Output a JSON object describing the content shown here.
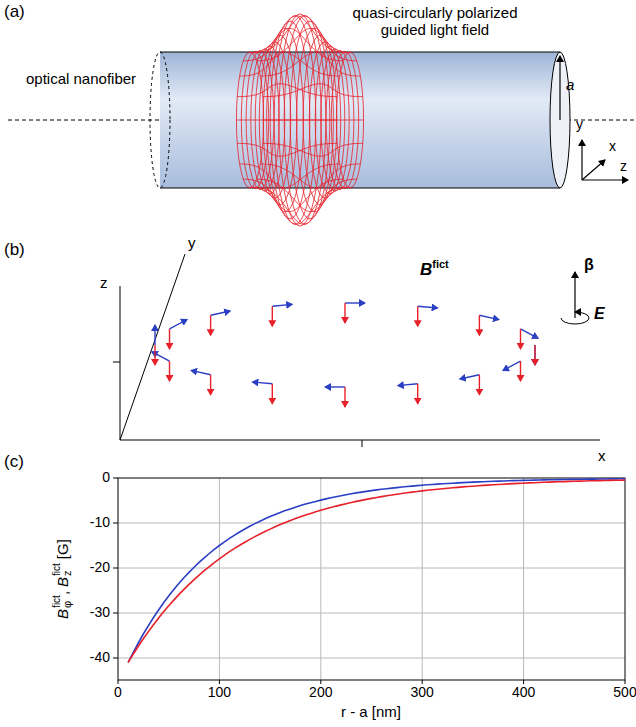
{
  "diagram": {
    "labels": [
      "(a)",
      "optical nanofiber",
      "quasi-circularly polarized guided light field",
      "a",
      "y",
      "x",
      "z",
      "(b)",
      "z",
      "y",
      "B",
      "fict",
      "β",
      "E",
      "x",
      "(c)",
      "0",
      "-10",
      "-20",
      "-30",
      "-40",
      "0",
      "100",
      "200",
      "300",
      "400",
      "500",
      "r - a [nm]",
      "B",
      "φ",
      "fict",
      ",",
      "B",
      "z",
      "fict",
      "[G]"
    ]
  }
}
